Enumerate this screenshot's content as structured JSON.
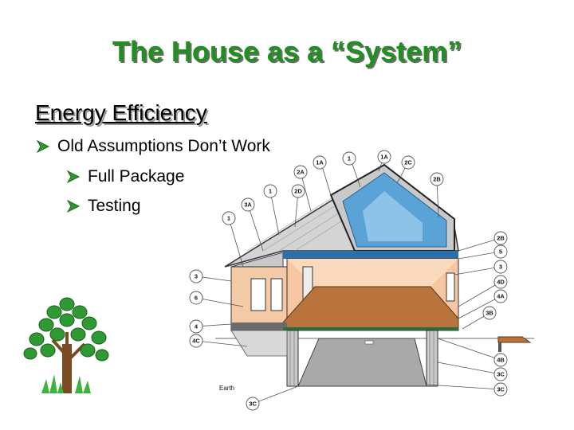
{
  "title": "The House as a “System”",
  "subtitle": "Energy Efficiency",
  "bullets": [
    {
      "text": "Old Assumptions Don’t Work",
      "level": 1
    },
    {
      "text": "Full Package",
      "level": 2
    },
    {
      "text": "Testing",
      "level": 2
    }
  ],
  "diagram": {
    "ground_label": "Earth",
    "callouts": [
      "1A",
      "1",
      "1A",
      "2C",
      "2A",
      "2B",
      "1",
      "2D",
      "3A",
      "1",
      "2B",
      "5",
      "3",
      "4D",
      "4A",
      "3",
      "6",
      "3B",
      "4",
      "4C",
      "4B",
      "3C",
      "3C",
      "3C"
    ]
  },
  "colors": {
    "title": "#1f8f1f",
    "arrow": "#2e9a2e",
    "accent": "#2a6e3a"
  }
}
